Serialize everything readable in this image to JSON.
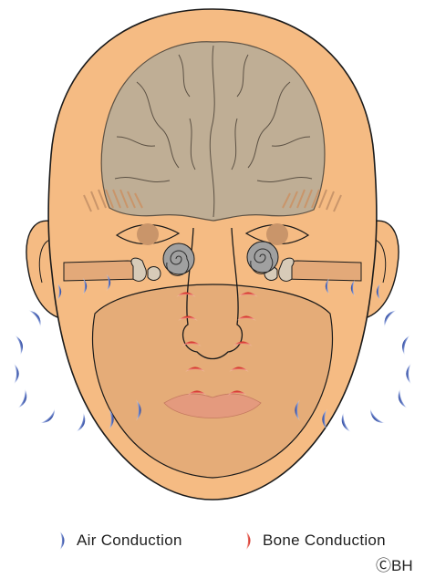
{
  "legend": {
    "air": {
      "label": "Air Conduction",
      "color": "#2e4aa6"
    },
    "bone": {
      "label": "Bone Conduction",
      "color": "#d7261e"
    }
  },
  "credit": "ⒸBH",
  "colors": {
    "skin": "#f5bb83",
    "brain": "#bfae95",
    "outline": "#1a1a1a",
    "lips": "#e49a7e",
    "face_shade": "#e5ac78"
  }
}
